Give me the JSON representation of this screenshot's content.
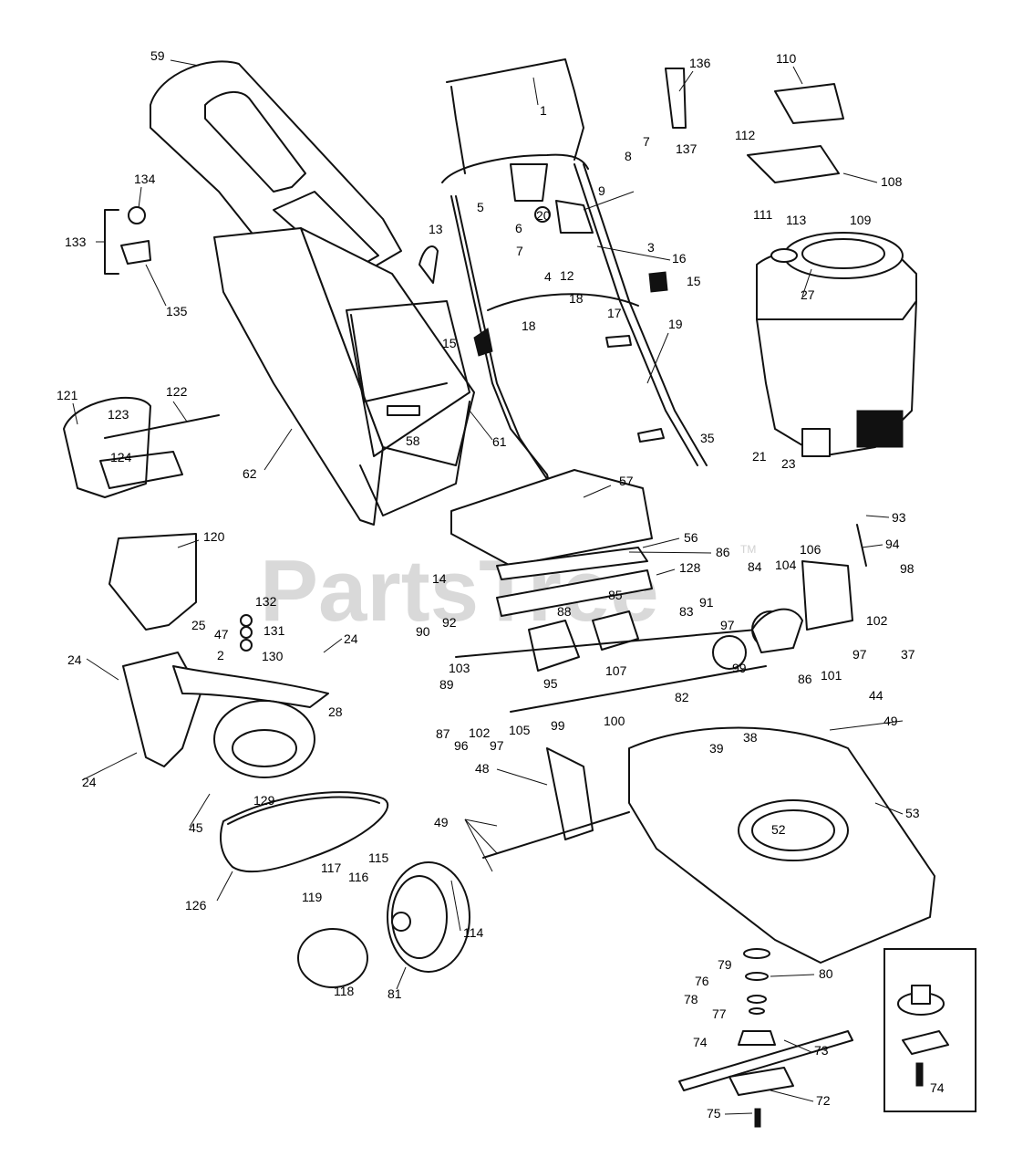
{
  "watermark": {
    "text": "PartsTree",
    "trademark": "TM"
  },
  "callouts": [
    "1",
    "2",
    "3",
    "4",
    "5",
    "6",
    "7",
    "8",
    "9",
    "12",
    "13",
    "14",
    "15",
    "16",
    "17",
    "18",
    "19",
    "20",
    "21",
    "23",
    "24",
    "25",
    "27",
    "28",
    "35",
    "37",
    "38",
    "39",
    "44",
    "45",
    "47",
    "48",
    "49",
    "52",
    "53",
    "56",
    "57",
    "58",
    "59",
    "61",
    "62",
    "72",
    "73",
    "74",
    "75",
    "76",
    "77",
    "78",
    "79",
    "80",
    "81",
    "82",
    "83",
    "84",
    "85",
    "86",
    "87",
    "88",
    "89",
    "90",
    "91",
    "92",
    "93",
    "94",
    "95",
    "96",
    "97",
    "98",
    "99",
    "100",
    "101",
    "102",
    "103",
    "104",
    "105",
    "106",
    "107",
    "108",
    "109",
    "110",
    "111",
    "112",
    "113",
    "114",
    "115",
    "116",
    "117",
    "118",
    "119",
    "120",
    "121",
    "122",
    "123",
    "124",
    "126",
    "128",
    "129",
    "130",
    "131",
    "132",
    "133",
    "134",
    "135",
    "136",
    "137"
  ]
}
